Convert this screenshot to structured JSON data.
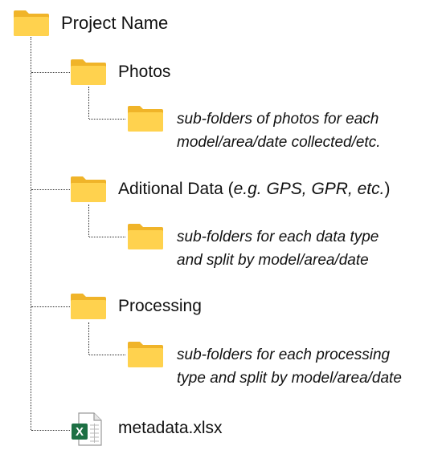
{
  "root": {
    "label": "Project Name",
    "icon": "folder-icon"
  },
  "folders": [
    {
      "label": "Photos",
      "label_suffix": "",
      "icon": "folder-icon",
      "sub": {
        "icon": "folder-icon",
        "line1": "sub-folders of photos for each",
        "line2": "model/area/date collected/etc."
      }
    },
    {
      "label": "Aditional Data (",
      "label_suffix": "e.g. GPS, GPR, etc.",
      "label_end": ")",
      "icon": "folder-icon",
      "sub": {
        "icon": "folder-icon",
        "line1": "sub-folders for each data type",
        "line2": "and split by model/area/date"
      }
    },
    {
      "label": "Processing",
      "label_suffix": "",
      "icon": "folder-icon",
      "sub": {
        "icon": "folder-icon",
        "line1": "sub-folders for each processing",
        "line2": "type and split by model/area/date"
      }
    }
  ],
  "file": {
    "label": "metadata.xlsx",
    "icon": "excel-file-icon",
    "badge": "X"
  },
  "colors": {
    "folder_front": "#FFD24E",
    "folder_back": "#F0B429",
    "excel_green": "#1D7044",
    "line": "#2a2a2a"
  }
}
